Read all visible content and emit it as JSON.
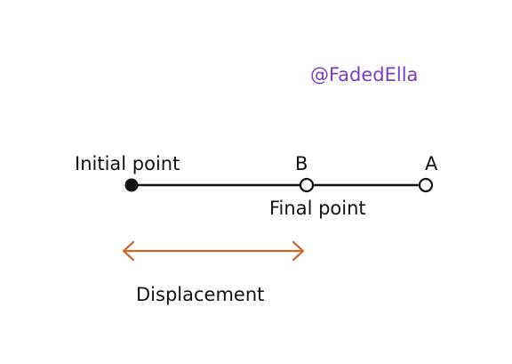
{
  "watermark": "@FadedElla",
  "labels": {
    "initial_point": "Initial point",
    "point_b": "B",
    "point_a": "A",
    "final_point": "Final point",
    "displacement": "Displacement"
  },
  "colors": {
    "line": "#111111",
    "arrow": "#c96a2a",
    "watermark": "#7a3fc0"
  }
}
